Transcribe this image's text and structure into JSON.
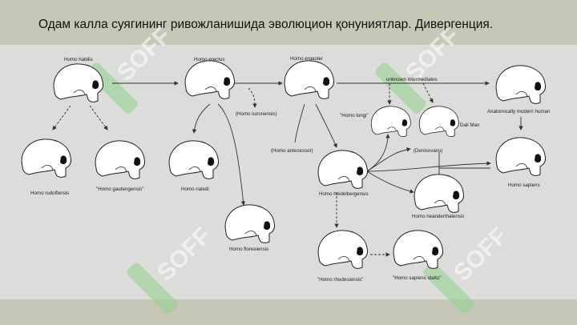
{
  "slide": {
    "title": "Одам калла суягининг ривожланишида эволюцион қонуниятлар. Дивергенция."
  },
  "diagram": {
    "labels": {
      "habilis": "Homo habilis",
      "erectus": "Homo erectus",
      "ergaster": "Homo ergaster",
      "unknown": "unknown intermediates",
      "amh": "Anatomically modern human",
      "rudolfensis": "Homo rudolfensis",
      "gautengensis": "\"Homo gautengensis\"",
      "naledi": "Homo naledi",
      "luzonensis": "(Homo luzonensis)",
      "antecessor": "(Homo antecessor)",
      "longi": "\"Homo longi\"",
      "dali": "Dali Man",
      "denisovans": "(Denisovans)",
      "heidelbergensis": "Homo heidelbergensis",
      "sapiens": "Homo sapiens",
      "neanderthalensis": "Homo neanderthalensis",
      "floresiensis": "Homo floresiensis",
      "rhodesiensis": "\"Homo rhodesiensis\"",
      "idaltu": "\"Homo sapiens idaltu\""
    },
    "watermark": "SOFF",
    "colors": {
      "watermark": "#8fd18a",
      "line": "#333333"
    }
  }
}
